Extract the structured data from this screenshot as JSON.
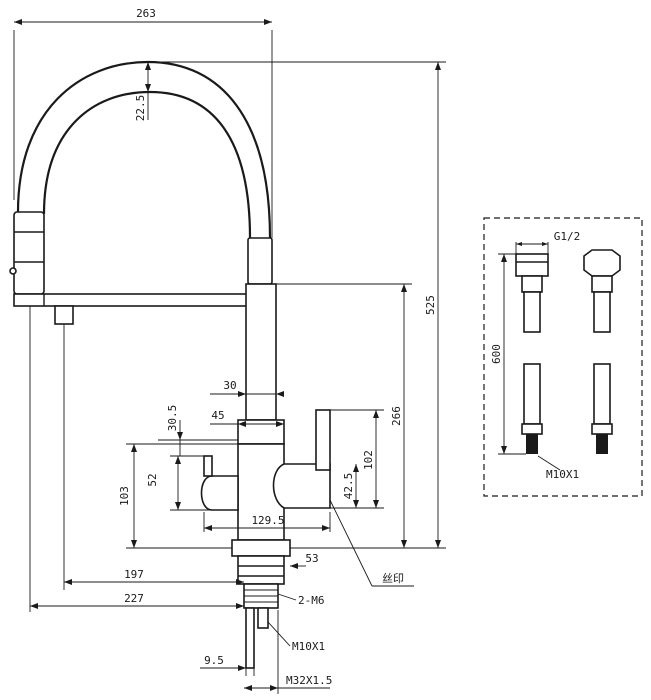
{
  "dimensions": {
    "overall_width": "263",
    "arc_thickness": "22.5",
    "total_height": "525",
    "body_height": "266",
    "spout_width": "30",
    "body_offset": "45",
    "side_drop": "30.5",
    "handle_height": "102",
    "left_handle_height": "52",
    "left_body_height": "103",
    "lever_height": "42.5",
    "base_width": "129.5",
    "base_height": "53",
    "reach_197": "197",
    "reach_227": "227",
    "thread_stud": "2-M6",
    "hose_thread_main": "M10X1",
    "shank_offset": "9.5",
    "shank_thread": "M32X1.5",
    "silk_print_label": "丝印"
  },
  "hose_detail": {
    "connector_thread": "G1/2",
    "hose_length": "600",
    "hose_end_thread": "M10X1"
  }
}
